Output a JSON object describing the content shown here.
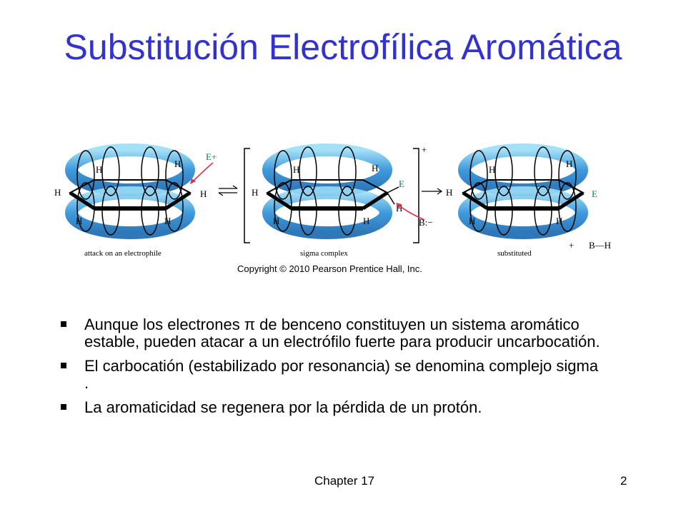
{
  "title": "Substitución Electrofílica Aromática",
  "figure": {
    "panels": [
      {
        "caption": "attack on an electrophile",
        "h_labels": [
          "H",
          "H",
          "H",
          "H",
          "H",
          "H"
        ],
        "reagent": "E+"
      },
      {
        "caption": "sigma complex",
        "h_labels": [
          "H",
          "H",
          "H",
          "H",
          "H",
          "H"
        ],
        "e_label": "E",
        "charge": "+",
        "base": "B:−"
      },
      {
        "caption": "substituted",
        "h_labels": [
          "H",
          "H",
          "H",
          "H",
          "H"
        ],
        "e_label": "E",
        "byproduct": "B—H",
        "plus": "+"
      }
    ],
    "copyright": "Copyright © 2010 Pearson Prentice Hall, Inc."
  },
  "bullets": [
    "Aunque los electrones π de benceno constituyen un sistema aromático estable, pueden atacar a un electrófilo fuerte para producir uncarbocatión.",
    "El carbocatión (estabilizado por resonancia) se denomina complejo sigma .",
    "La aromaticidad se regenera por la pérdida de un protón."
  ],
  "footer": {
    "chapter": "Chapter 17",
    "page": "2"
  },
  "colors": {
    "title": "#3333cc",
    "torus": "#2a8fd8",
    "torus_light": "#7fd0f5",
    "arrow_red": "#d9324a"
  }
}
